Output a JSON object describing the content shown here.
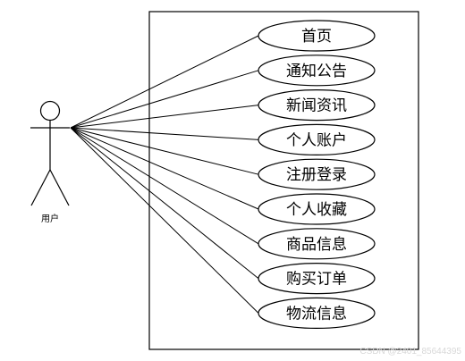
{
  "actor": {
    "label": "用户",
    "icon": "stick-figure-icon"
  },
  "use_cases": [
    "首页",
    "通知公告",
    "新闻资讯",
    "个人账户",
    "注册登录",
    "个人收藏",
    "商品信息",
    "购买订单",
    "物流信息"
  ],
  "watermark": "CSDN @2401_85644395"
}
